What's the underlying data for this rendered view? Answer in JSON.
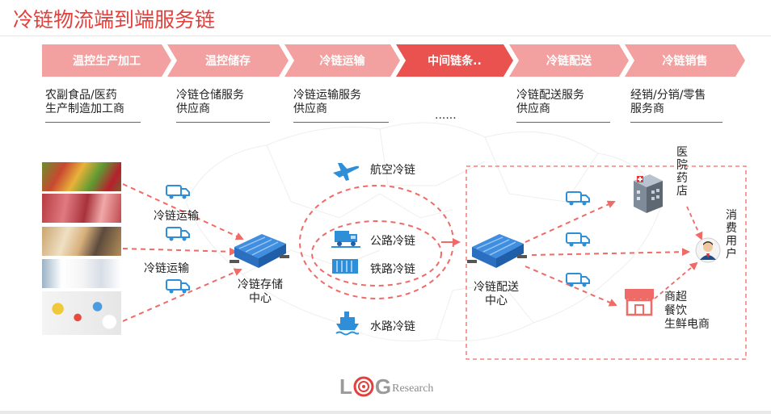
{
  "title": "冷链物流端到端服务链",
  "steps": [
    {
      "label": "温控生产加工",
      "color": "#f2a1a0"
    },
    {
      "label": "温控储存",
      "color": "#f2a1a0"
    },
    {
      "label": "冷链运输",
      "color": "#f2a1a0"
    },
    {
      "label": "中间链条..",
      "color": "#e9524f"
    },
    {
      "label": "冷链配送",
      "color": "#f2a1a0"
    },
    {
      "label": "冷链销售",
      "color": "#f2a1a0"
    }
  ],
  "providers": [
    {
      "line1": "农副食品/医药",
      "line2": "生产制造加工商"
    },
    {
      "line1": "冷链仓储服务",
      "line2": "供应商"
    },
    {
      "line1": "冷链运输服务",
      "line2": "供应商"
    },
    {
      "line1": "......",
      "line2": ""
    },
    {
      "line1": "冷链配送服务",
      "line2": "供应商"
    },
    {
      "line1": "经销/分销/零售",
      "line2": "服务商"
    }
  ],
  "diagram": {
    "transport_label_1": "冷链运输",
    "transport_label_2": "冷链运输",
    "storage_center": {
      "line1": "冷链存储",
      "line2": "中心"
    },
    "modes": {
      "air": "航空冷链",
      "road": "公路冷链",
      "rail": "铁路冷链",
      "water": "水路冷链"
    },
    "distribution_center": {
      "line1": "冷链配送",
      "line2": "中心"
    },
    "hospital": "医院药店",
    "consumer": "消费用户",
    "retail": {
      "line1": "商超",
      "line2": "餐饮",
      "line3": "生鲜电商"
    }
  },
  "logo": {
    "part1": "L",
    "part2": "G",
    "part3": "Research"
  },
  "colors": {
    "accent": "#e2403d",
    "dash": "#ee6b67",
    "blue": "#2e8fd8",
    "pale": "#f2a1a0",
    "active": "#e9524f"
  }
}
